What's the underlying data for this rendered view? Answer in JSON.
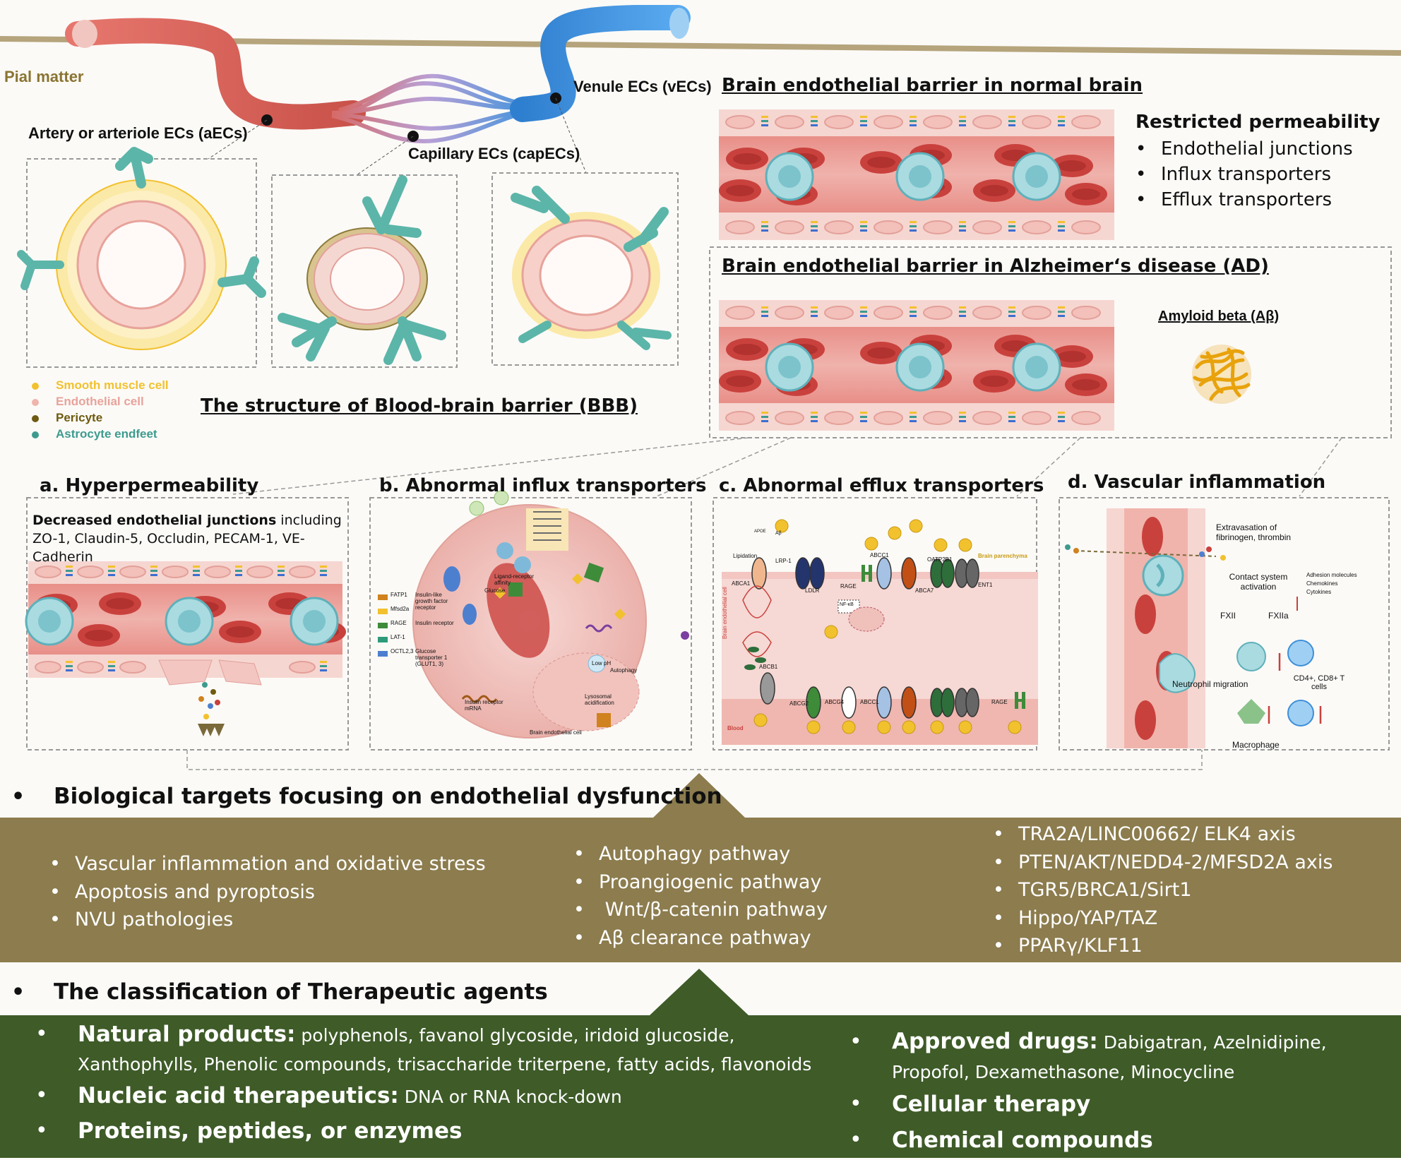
{
  "labels": {
    "pial": "Pial matter",
    "aecs": "Artery or arteriole ECs (aECs)",
    "capecs": "Capillary ECs (capECs)",
    "vecs": "Venule ECs (vECs)",
    "bbb_title": "The structure of Blood-brain barrier (BBB)",
    "normal_title": "Brain endothelial barrier in normal brain",
    "ad_title": "Brain endothelial barrier in Alzheimer‘s disease (AD)",
    "amyloid": "Amyloid beta (Aβ)"
  },
  "legend": [
    {
      "label": "Smooth muscle cell",
      "color": "#f2c12e"
    },
    {
      "label": "Endothelial cell",
      "color": "#f0b4ac"
    },
    {
      "label": "Pericyte",
      "color": "#6e5a10"
    },
    {
      "label": "Astrocyte endfeet",
      "color": "#3d9b8e"
    }
  ],
  "permeability": {
    "title": "Restricted permeability",
    "items": [
      "Endothelial junctions",
      "Influx transporters",
      "Efflux transporters"
    ]
  },
  "panels": {
    "a": {
      "title": "a. Hyperpermeability",
      "desc_bold": "Decreased endothelial junctions",
      "desc_rest": " including ZO-1, Claudin-5, Occludin, PECAM-1, VE-Cadherin"
    },
    "b": {
      "title": "b. Abnormal influx transporters",
      "legend": [
        "FATP1",
        "Mfsd2a",
        "RAGE",
        "LAT-1",
        "OCTL2,3",
        "Insulin-like growth factor receptor",
        "Insulin receptor",
        "Glucose transporter 1 (GLUT1, 3)"
      ],
      "labels": [
        "Glucose",
        "Ligand-receptor affinity",
        "Autophagy",
        "Lysosomal acidification",
        "Insulin receptor mRNA",
        "Brain endothelial cell",
        "Low pH"
      ]
    },
    "c": {
      "title": "c. Abnormal efflux transporters",
      "top_transporters": [
        "ABCA1",
        "LRP-1",
        "LDLR",
        "RAGE",
        "ABCC1",
        "ABCA7",
        "OATP2B1",
        "ENT1"
      ],
      "bottom_transporters": [
        "ABCB1",
        "ABCG2",
        "ABCG4",
        "ABCC1",
        "RAGE"
      ],
      "labels": [
        "Brain parenchyma",
        "Blood",
        "Brain endothelial cell",
        "Lipidation",
        "APOE",
        "NF-κB",
        "Aβ"
      ]
    },
    "d": {
      "title": "d. Vascular inflammation",
      "labels": [
        "Extravasation of fibrinogen, thrombin",
        "Contact system activation",
        "FXII",
        "FXIIa",
        "Adhesion molecules",
        "Chemokines",
        "Cytokines",
        "Neutrophil migration",
        "CD4+, CD8+ T cells",
        "Macrophage"
      ]
    }
  },
  "targets": {
    "title": "Biological targets focusing on endothelial dysfunction",
    "col1": [
      "Vascular inflammation and oxidative stress",
      "Apoptosis and pyroptosis",
      "NVU pathologies"
    ],
    "col2": [
      "Autophagy pathway",
      "Proangiogenic pathway",
      " Wnt/β-catenin pathway",
      "Aβ clearance pathway"
    ],
    "col3": [
      "TRA2A/LINC00662/ ELK4 axis",
      "PTEN/AKT/NEDD4-2/MFSD2A  axis",
      "TGR5/BRCA1/Sirt1",
      "Hippo/YAP/TAZ",
      "PPARγ/KLF11"
    ]
  },
  "therapeutics": {
    "title": "The classification of Therapeutic agents",
    "left": [
      {
        "bold": "Natural products:",
        "rest": " polyphenols, favanol glycoside, iridoid glucoside, Xanthophylls, Phenolic compounds, trisaccharide triterpene, fatty acids, flavonoids"
      },
      {
        "bold": "Nucleic acid therapeutics:",
        "rest": " DNA or RNA knock-down"
      },
      {
        "bold": "Proteins, peptides, or enzymes",
        "rest": ""
      }
    ],
    "right": [
      {
        "bold": "Approved drugs:",
        "rest": " Dabigatran, Azelnidipine, Propofol, Dexamethasone, Minocycline"
      },
      {
        "bold": "Cellular therapy",
        "rest": ""
      },
      {
        "bold": "Chemical compounds",
        "rest": ""
      }
    ]
  },
  "colors": {
    "targets_band": "#8c7c4e",
    "therapeutics_band": "#3e5b28",
    "arrow_up_1": "#8c7c4e",
    "arrow_up_2": "#3e5b28",
    "pial": "#b5a47c",
    "artery": "#d9655c",
    "venule": "#3f8fd8"
  }
}
